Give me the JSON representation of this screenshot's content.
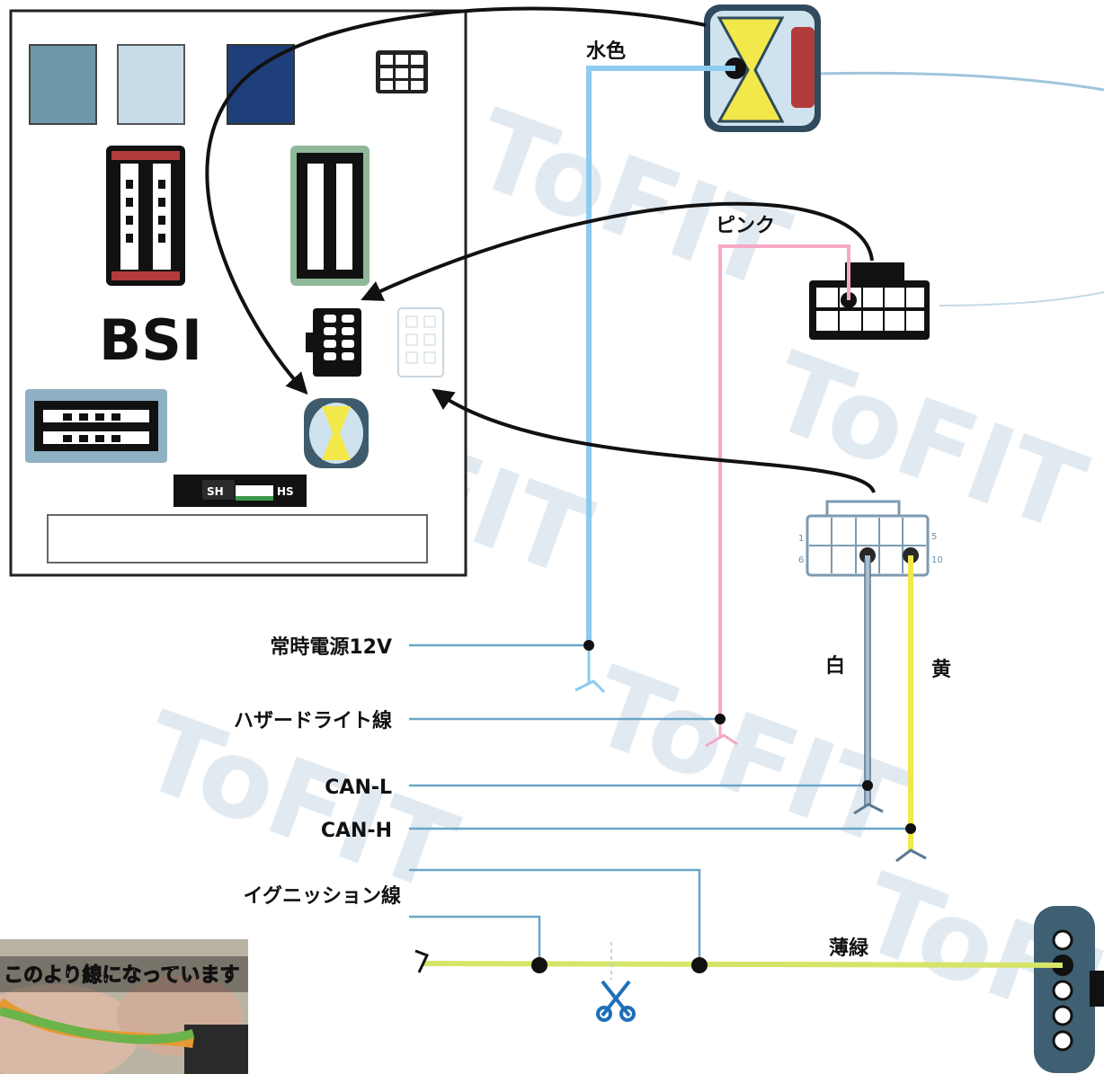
{
  "bsi_label": "BSI",
  "relay_labels": {
    "left": "SH",
    "right": "HS"
  },
  "watermark": "ToFIT",
  "wire_colors": {
    "light_blue": "水色",
    "pink": "ピンク",
    "white": "白",
    "yellow": "黄",
    "light_green": "薄緑"
  },
  "line_labels": {
    "constant_12v": "常時電源12V",
    "hazard": "ハザードライト線",
    "can_l": "CAN-L",
    "can_h": "CAN-H",
    "ignition": "イグニッション線"
  },
  "connector_pins": {
    "c2_left_top": "1",
    "c2_left_bottom": "6",
    "c2_right_top": "5",
    "c2_right_bottom": "10"
  },
  "photo_caption": "このより線になっています",
  "colors": {
    "light_blue": "#8ecbf0",
    "pink": "#f5a9c6",
    "white_wire": "#a9bfcf",
    "yellow": "#f2e84a",
    "light_green": "#d6e56a",
    "dark_blue": "#1f3f7a",
    "line": "#6aa6c8"
  }
}
